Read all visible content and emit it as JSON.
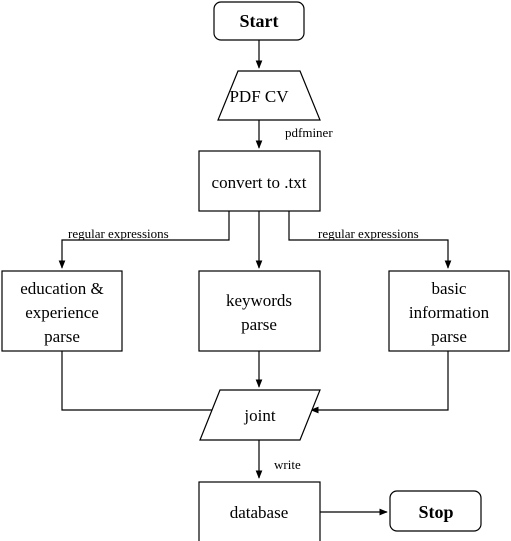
{
  "nodes": {
    "start": "Start",
    "pdf_cv": "PDF CV",
    "convert": "convert to .txt",
    "edu_line1": "education &",
    "edu_line2": "experience",
    "edu_line3": "parse",
    "kw_line1": "keywords",
    "kw_line2": "parse",
    "basic_line1": "basic",
    "basic_line2": "information",
    "basic_line3": "parse",
    "joint": "joint",
    "database": "database",
    "stop": "Stop"
  },
  "edges": {
    "pdfminer": "pdfminer",
    "regex_left": "regular expressions",
    "regex_right": "regular expressions",
    "write": "write"
  }
}
